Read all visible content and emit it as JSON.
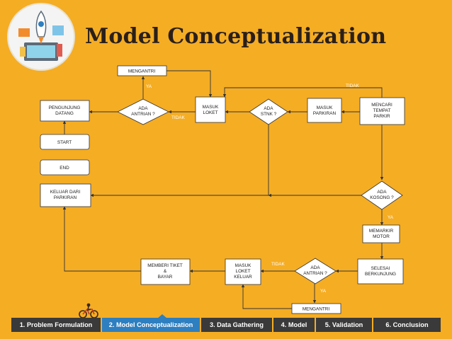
{
  "title": "Model Conceptualization",
  "logo_icon": "rocket-desk-icon",
  "nodes": {
    "mengantri_top": "MENGANTRI",
    "pengunjung_datang": [
      "PENGUNJUNG",
      "DATANG"
    ],
    "ada_antrian_top": [
      "ADA",
      "ANTRIAN ?"
    ],
    "masuk_loket": [
      "MASUK",
      "LOKET"
    ],
    "ada_stnk": [
      "ADA",
      "STNK ?"
    ],
    "masuk_parkiran": [
      "MASUK",
      "PARKIRAN"
    ],
    "mencari_tempat_parkir": [
      "MENCARI",
      "TEMPAT",
      "PARKIR"
    ],
    "start": "START",
    "end": "END",
    "keluar_dari_parkiran": [
      "KELUAR DARI",
      "PARKIRAN"
    ],
    "ada_kosong": [
      "ADA",
      "KOSONG ?"
    ],
    "memarkir_motor": [
      "MEMARKIR",
      "MOTOR"
    ],
    "selesai_berkunjung": [
      "SELESAI",
      "BERKUNJUNG"
    ],
    "ada_antrian_bottom": [
      "ADA",
      "ANTRIAN ?"
    ],
    "masuk_loket_keluar": [
      "MASUK",
      "LOKET",
      "KELUAR"
    ],
    "memberi_tiket_bayar": [
      "MEMBERI TIKET",
      "&",
      "BAYAR"
    ],
    "mengantri_bottom": "MENGANTRI"
  },
  "edge_labels": {
    "ya_top": "YA",
    "tidak_top": "TIDAK",
    "tidak_right": "TIDAK",
    "ya_kosong": "YA",
    "tidak_bottom": "TIDAK",
    "ya_bottom": "YA"
  },
  "nav": {
    "items": [
      {
        "label": "1. Problem Formulation",
        "active": false
      },
      {
        "label": "2. Model Conceptualization",
        "active": true
      },
      {
        "label": "3. Data Gathering",
        "active": false
      },
      {
        "label": "4. Model",
        "active": false
      },
      {
        "label": "5. Validation",
        "active": false
      },
      {
        "label": "6. Conclusion",
        "active": false
      }
    ],
    "active_color": "#2e7fbf",
    "inactive_color": "#3a3a3a"
  },
  "mascot_icon": "bicycle-rider-icon",
  "colors": {
    "background": "#f5ad24",
    "title": "#2a1f1a"
  }
}
